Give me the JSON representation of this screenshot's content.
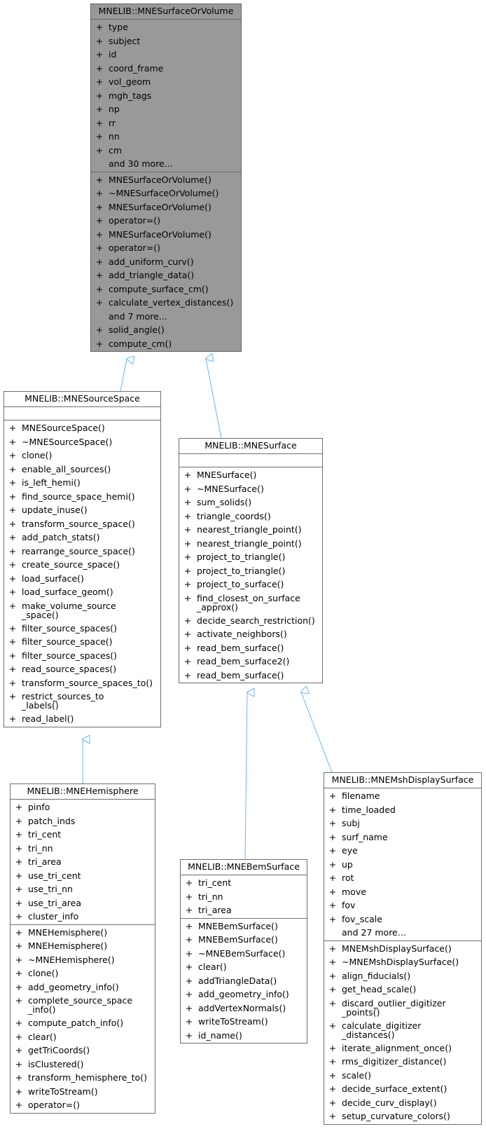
{
  "classes": {
    "root": {
      "title": "MNELIB::MNESurfaceOrVolume",
      "attributes": [
        "type",
        "subject",
        "id",
        "coord_frame",
        "vol_geom",
        "mgh_tags",
        "np",
        "rr",
        "nn",
        "cm"
      ],
      "attributes_more": "and 30 more...",
      "methods": [
        "MNESurfaceOrVolume()",
        "~MNESurfaceOrVolume()",
        "MNESurfaceOrVolume()",
        "operator=()",
        "MNESurfaceOrVolume()",
        "operator=()",
        "add_uniform_curv()",
        "add_triangle_data()",
        "compute_surface_cm()",
        "calculate_vertex_distances()"
      ],
      "methods_more": "and 7 more...",
      "methods_after": [
        "solid_angle()",
        "compute_cm()"
      ]
    },
    "source_space": {
      "title": "MNELIB::MNESourceSpace",
      "methods": [
        "MNESourceSpace()",
        "~MNESourceSpace()",
        "clone()",
        "enable_all_sources()",
        "is_left_hemi()",
        "find_source_space_hemi()",
        "update_inuse()",
        "transform_source_space()",
        "add_patch_stats()",
        "rearrange_source_space()",
        "create_source_space()",
        "load_surface()",
        "load_surface_geom()",
        "make_volume_source\n_space()",
        "filter_source_spaces()",
        "filter_source_space()",
        "filter_source_spaces()",
        "read_source_spaces()",
        "transform_source_spaces_to()",
        "restrict_sources_to\n_labels()",
        "read_label()"
      ]
    },
    "surface": {
      "title": "MNELIB::MNESurface",
      "methods": [
        "MNESurface()",
        "~MNESurface()",
        "sum_solids()",
        "triangle_coords()",
        "nearest_triangle_point()",
        "nearest_triangle_point()",
        "project_to_triangle()",
        "project_to_triangle()",
        "project_to_surface()",
        "find_closest_on_surface\n_approx()",
        "decide_search_restriction()",
        "activate_neighbors()",
        "read_bem_surface()",
        "read_bem_surface2()",
        "read_bem_surface()"
      ]
    },
    "hemisphere": {
      "title": "MNELIB::MNEHemisphere",
      "attributes": [
        "pinfo",
        "patch_inds",
        "tri_cent",
        "tri_nn",
        "tri_area",
        "use_tri_cent",
        "use_tri_nn",
        "use_tri_area",
        "cluster_info"
      ],
      "methods": [
        "MNEHemisphere()",
        "MNEHemisphere()",
        "~MNEHemisphere()",
        "clone()",
        "add_geometry_info()",
        "complete_source_space\n_info()",
        "compute_patch_info()",
        "clear()",
        "getTriCoords()",
        "isClustered()",
        "transform_hemisphere_to()",
        "writeToStream()",
        "operator=()"
      ]
    },
    "bem_surface": {
      "title": "MNELIB::MNEBemSurface",
      "attributes": [
        "tri_cent",
        "tri_nn",
        "tri_area"
      ],
      "methods": [
        "MNEBemSurface()",
        "MNEBemSurface()",
        "~MNEBemSurface()",
        "clear()",
        "addTriangleData()",
        "add_geometry_info()",
        "addVertexNormals()",
        "writeToStream()",
        "id_name()"
      ]
    },
    "msh_display": {
      "title": "MNELIB::MNEMshDisplaySurface",
      "attributes": [
        "filename",
        "time_loaded",
        "subj",
        "surf_name",
        "eye",
        "up",
        "rot",
        "move",
        "fov",
        "fov_scale"
      ],
      "attributes_more": "and 27 more...",
      "methods": [
        "MNEMshDisplaySurface()",
        "~MNEMshDisplaySurface()",
        "align_fiducials()",
        "get_head_scale()",
        "discard_outlier_digitizer\n_points()",
        "calculate_digitizer\n_distances()",
        "iterate_alignment_once()",
        "rms_digitizer_distance()",
        "scale()",
        "decide_surface_extent()",
        "decide_curv_display()",
        "setup_curvature_colors()"
      ]
    }
  },
  "visibility_symbol": "+",
  "colors": {
    "edge": "#63b8ff",
    "root_fill": "#999999",
    "border": "#6e6e6e"
  }
}
